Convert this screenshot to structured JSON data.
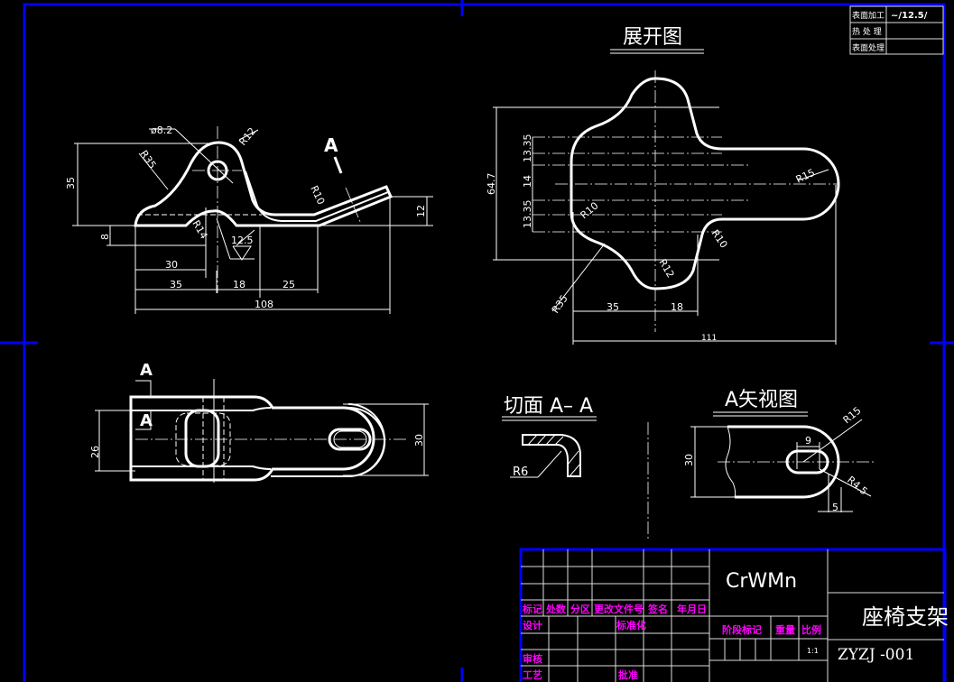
{
  "colors": {
    "background": "#000000",
    "frame": "#0000ff",
    "lines": "#ffffff",
    "labels": "#ff00ff"
  },
  "surface_table": {
    "rows": [
      {
        "label": "表面加工",
        "value": "~/12.5/"
      },
      {
        "label": "热 处 理",
        "value": ""
      },
      {
        "label": "表面处理",
        "value": ""
      }
    ]
  },
  "front_view": {
    "dims": {
      "h35": "35",
      "h8": "8",
      "d30": "30",
      "d35": "35",
      "d18": "18",
      "d25": "25",
      "d108": "108",
      "h12": "12"
    },
    "notes": {
      "hole": "ø8.2",
      "r12": "R12",
      "r35": "R35",
      "r10": "R10",
      "r14": "R14",
      "rough": "12.5",
      "section": "A"
    }
  },
  "top_view": {
    "dims": {
      "w26": "26",
      "w30": "30"
    },
    "marks": {
      "a1": "A",
      "a2": "A"
    }
  },
  "unfolded": {
    "title": "展开图",
    "dims": {
      "h647": "64.7",
      "a": "13.35",
      "b": "14",
      "c": "13.35",
      "d35": "35",
      "d18": "18",
      "d111": "111"
    },
    "radii": {
      "r15": "R15",
      "r10a": "R10",
      "r10b": "R10",
      "r12": "R12",
      "r35": "R35"
    }
  },
  "section": {
    "title": "切面 A– A",
    "r6": "R6"
  },
  "aview": {
    "title": "A矢视图",
    "dims": {
      "h30": "30",
      "w9": "9",
      "w5": "5",
      "r15": "R15",
      "r45": "R4.5"
    }
  },
  "title_block": {
    "material": "CrWMn",
    "part_name": "座椅支架",
    "drawing_no": "ZYZJ -001",
    "scale": "1:1",
    "labels": {
      "mark": "标记",
      "count": "处数",
      "zone": "分区",
      "change_doc": "更改文件号",
      "sign": "签名",
      "date": "年月日",
      "design": "设计",
      "standard": "标准化",
      "review": "审核",
      "process": "工艺",
      "approve": "批准",
      "stage": "阶段标记",
      "weight": "重量",
      "ratio": "比例"
    }
  }
}
